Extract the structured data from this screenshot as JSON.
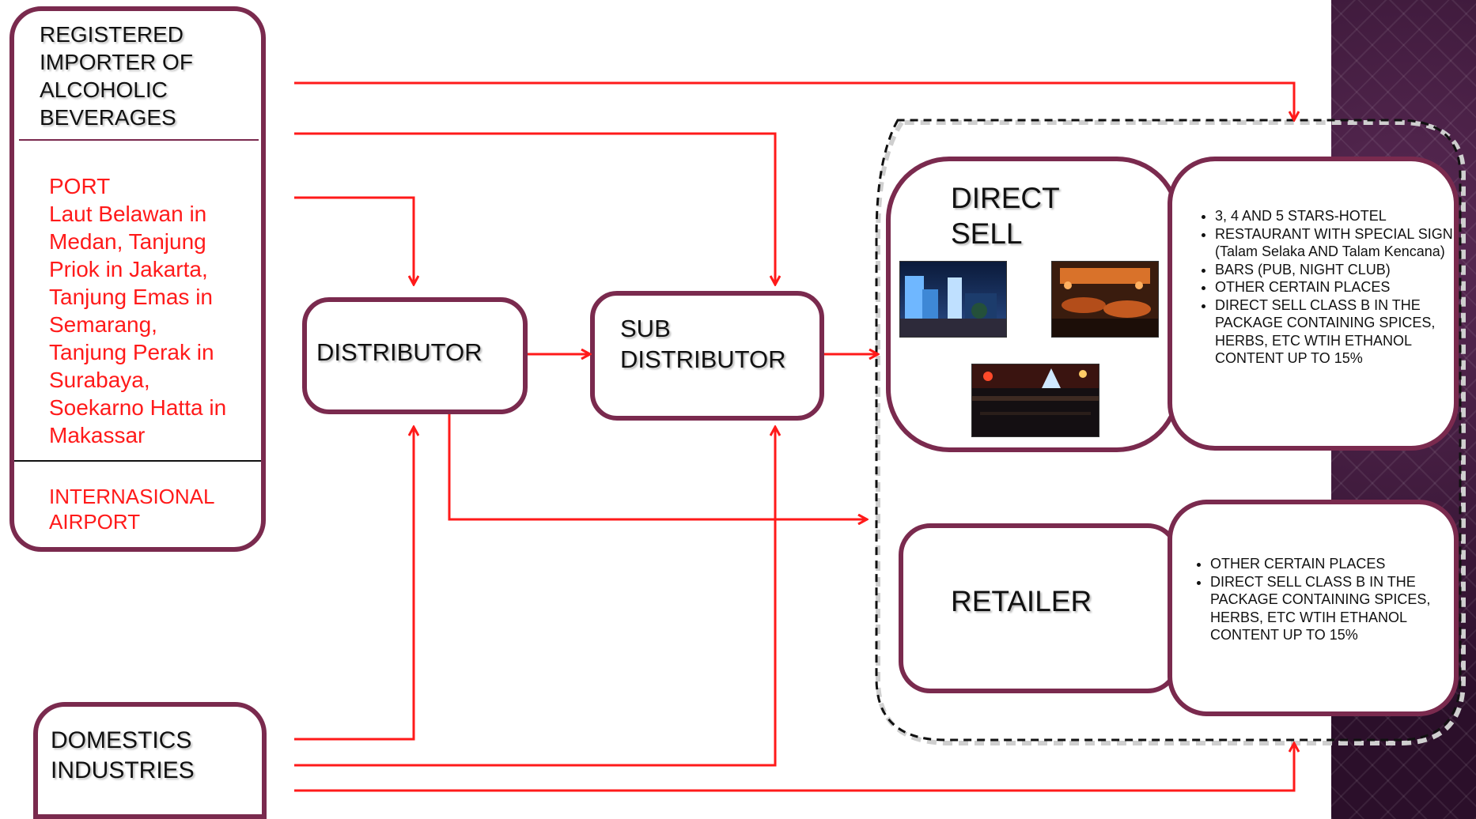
{
  "importer": {
    "title": "REGISTERED\nIMPORTER OF\nALCOHOLIC\nBEVERAGES",
    "port": "PORT\nLaut Belawan in\nMedan, Tanjung\nPriok in Jakarta,\nTanjung Emas in\nSemarang,\nTanjung Perak in\nSurabaya,\nSoekarno Hatta in\nMakassar",
    "airport": "INTERNASIONAL\nAIRPORT"
  },
  "domestic": {
    "title": "DOMESTICS\nINDUSTRIES"
  },
  "distributor": {
    "label": "DISTRIBUTOR"
  },
  "sub_distributor": {
    "label": "SUB\nDISTRIBUTOR"
  },
  "direct_sell": {
    "label": "DIRECT\nSELL",
    "photos": [
      "hotel-photo",
      "restaurant-photo",
      "bar-photo"
    ],
    "items": [
      "3, 4  AND 5 STARS-HOTEL",
      "RESTAURANT  WITH SPECIAL SIGN (Talam Selaka AND Talam Kencana)",
      "BARS (PUB, NIGHT CLUB)",
      "OTHER CERTAIN PLACES",
      "DIRECT SELL CLASS B IN THE PACKAGE CONTAINING SPICES, HERBS, ETC WTIH ETHANOL CONTENT UP TO 15%"
    ]
  },
  "retailer": {
    "label": "RETAILER",
    "items": [
      "OTHER CERTAIN PLACES",
      "DIRECT SELL CLASS B IN THE PACKAGE CONTAINING SPICES, HERBS, ETC WTIH ETHANOL CONTENT UP TO 15%"
    ]
  },
  "colors": {
    "box_border": "#7a2a4e",
    "arrow": "#ff1a1a",
    "port_text": "#ff1a1a",
    "background_panel": "#3a1838"
  }
}
